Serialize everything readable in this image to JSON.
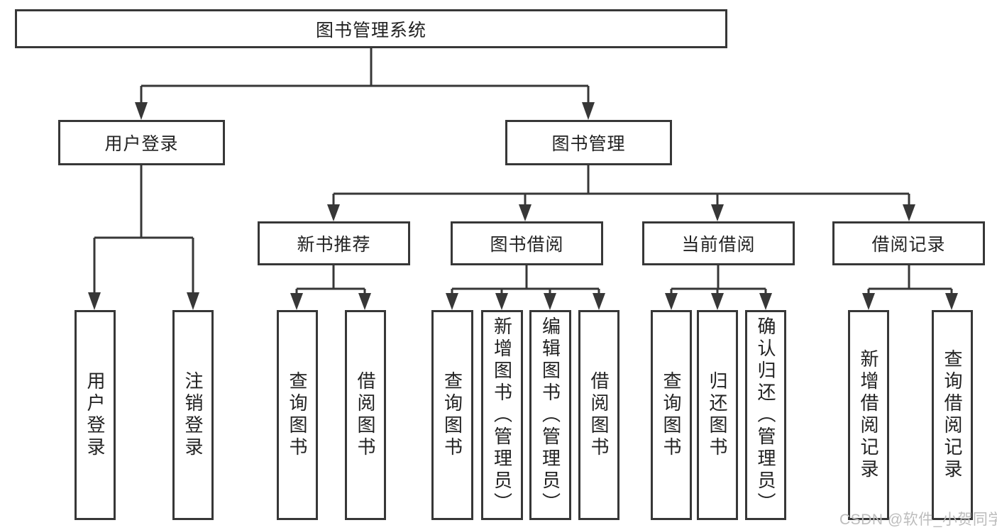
{
  "watermark": {
    "text": "CSDN @软件_小贺同学"
  },
  "colors": {
    "line": "#373737",
    "box_border": "#373737",
    "box_background": "#ffffff",
    "text": "#222222",
    "page_background": "#ffffff",
    "watermark": "#bcbcbc"
  },
  "tree": {
    "label": "图书管理系统",
    "children": [
      {
        "label": "用户登录",
        "children": [
          {
            "label": "用户登录"
          },
          {
            "label": "注销登录"
          }
        ]
      },
      {
        "label": "图书管理",
        "children": [
          {
            "label": "新书推荐",
            "children": [
              {
                "label": "查询图书"
              },
              {
                "label": "借阅图书"
              }
            ]
          },
          {
            "label": "图书借阅",
            "children": [
              {
                "label": "查询图书"
              },
              {
                "label": "新增图书（管理员）"
              },
              {
                "label": "编辑图书（管理员）"
              },
              {
                "label": "借阅图书"
              }
            ]
          },
          {
            "label": "当前借阅",
            "children": [
              {
                "label": "查询图书"
              },
              {
                "label": "归还图书"
              },
              {
                "label": "确认归还（管理员）"
              }
            ]
          },
          {
            "label": "借阅记录",
            "children": [
              {
                "label": "新增借阅记录"
              },
              {
                "label": "查询借阅记录"
              }
            ]
          }
        ]
      }
    ]
  }
}
